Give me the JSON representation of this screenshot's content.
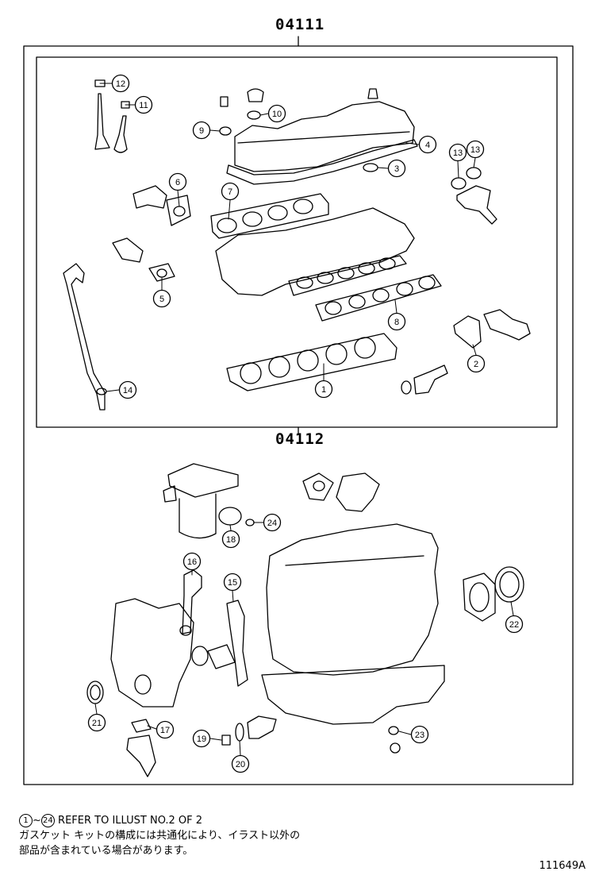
{
  "kits": {
    "upper_code": "04111",
    "lower_code": "04112"
  },
  "callouts": [
    {
      "id": "1",
      "label": "1"
    },
    {
      "id": "2",
      "label": "2"
    },
    {
      "id": "3",
      "label": "3"
    },
    {
      "id": "4",
      "label": "4"
    },
    {
      "id": "5",
      "label": "5"
    },
    {
      "id": "6",
      "label": "6"
    },
    {
      "id": "7",
      "label": "7"
    },
    {
      "id": "8",
      "label": "8"
    },
    {
      "id": "9",
      "label": "9"
    },
    {
      "id": "10",
      "label": "10"
    },
    {
      "id": "11",
      "label": "11"
    },
    {
      "id": "12",
      "label": "12"
    },
    {
      "id": "13a",
      "label": "13"
    },
    {
      "id": "13b",
      "label": "13"
    },
    {
      "id": "14",
      "label": "14"
    },
    {
      "id": "15",
      "label": "15"
    },
    {
      "id": "16",
      "label": "16"
    },
    {
      "id": "17",
      "label": "17"
    },
    {
      "id": "18",
      "label": "18"
    },
    {
      "id": "19",
      "label": "19"
    },
    {
      "id": "20",
      "label": "20"
    },
    {
      "id": "21",
      "label": "21"
    },
    {
      "id": "22",
      "label": "22"
    },
    {
      "id": "23",
      "label": "23"
    },
    {
      "id": "24",
      "label": "24"
    }
  ],
  "notes": {
    "range_start": "1",
    "range_sep": "~",
    "range_end": "24",
    "refer_text": "REFER TO ILLUST NO.2 OF 2",
    "jp_line1": "ガスケット キットの構成には共通化により、イラスト以外の",
    "jp_line2": "部品が含まれている場合があります。"
  },
  "figure_code": "111649A"
}
